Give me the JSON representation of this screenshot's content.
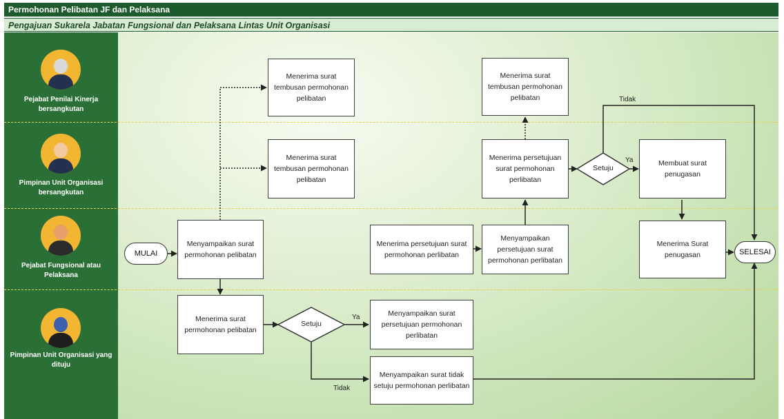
{
  "header": {
    "title": "Permohonan Pelibatan JF dan Pelaksana",
    "subtitle": "Pengajuan Sukarela Jabatan Fungsional dan Pelaksana Lintas Unit Organisasi"
  },
  "lanes": [
    {
      "label": "Pejabat Penilai Kinerja bersangkutan",
      "icon": "person-avatar"
    },
    {
      "label": "Pimpinan Unit Organisasi bersangkutan",
      "icon": "person-avatar"
    },
    {
      "label": "Pejabat Fungsional atau Pelaksana",
      "icon": "person-avatar"
    },
    {
      "label": "Pimpinan Unit Organisasi yang dituju",
      "icon": "person-avatar"
    }
  ],
  "nodes": {
    "start": "MULAI",
    "end": "SELESAI",
    "submit_request": "Menyampaikan surat permohonan pelibatan",
    "receive_copy_1": "Menerima surat tembusan permohonan pelibatan",
    "receive_copy_2": "Menerima surat tembusan permohonan pelibatan",
    "receive_request": "Menerima surat permohonan pelibatan",
    "decision_1": "Setuju",
    "send_approval": "Menyampaikan surat persetujuan permohonan perlibatan",
    "send_rejection": "Menyampaikan surat tidak setuju permohonan perlibatan",
    "receive_approval_pf": "Menerima persetujuan surat permohonan perlibatan",
    "forward_approval": "Menyampaikan persetujuan surat permohonan perlibatan",
    "receive_approval_puo": "Menerima persetujuan surat permohonan perlibatan",
    "receive_copy_3": "Menerima surat tembusan permohonan pelibatan",
    "decision_2": "Setuju",
    "make_assignment": "Membuat surat penugasan",
    "receive_assignment": "Menerima Surat penugasan"
  },
  "edge_labels": {
    "yes_1": "Ya",
    "no_1": "Tidak",
    "yes_2": "Ya",
    "no_2": "Tidak"
  },
  "colors": {
    "header_green": "#1d5b2c",
    "sidebar_green": "#2a6f35",
    "lane_separator": "#e6d34a",
    "avatar_bg": "#f2b632"
  }
}
